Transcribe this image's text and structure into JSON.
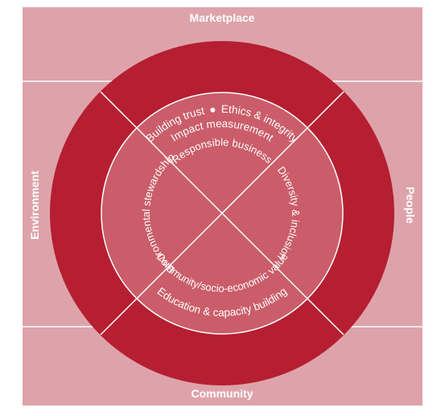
{
  "outer_labels": {
    "top": "Marketplace",
    "right": "People",
    "bottom": "Community",
    "left": "Environment"
  },
  "ring_labels": {
    "top_line1_left": "Building trust",
    "top_line1_right": "Ethics & integrity",
    "top_line2": "Impact measurement",
    "bottom": "Education & capacity building"
  },
  "inner_labels": {
    "top": "Responsible business",
    "right": "Diversity & inclusion",
    "bottom": "Community/socio-economic value",
    "left": "Environmental stewardship"
  },
  "colors": {
    "background": "#dea3aa",
    "ring": "#b51f31",
    "inner_circle": "#ca5d69",
    "lines": "#ffffff"
  }
}
